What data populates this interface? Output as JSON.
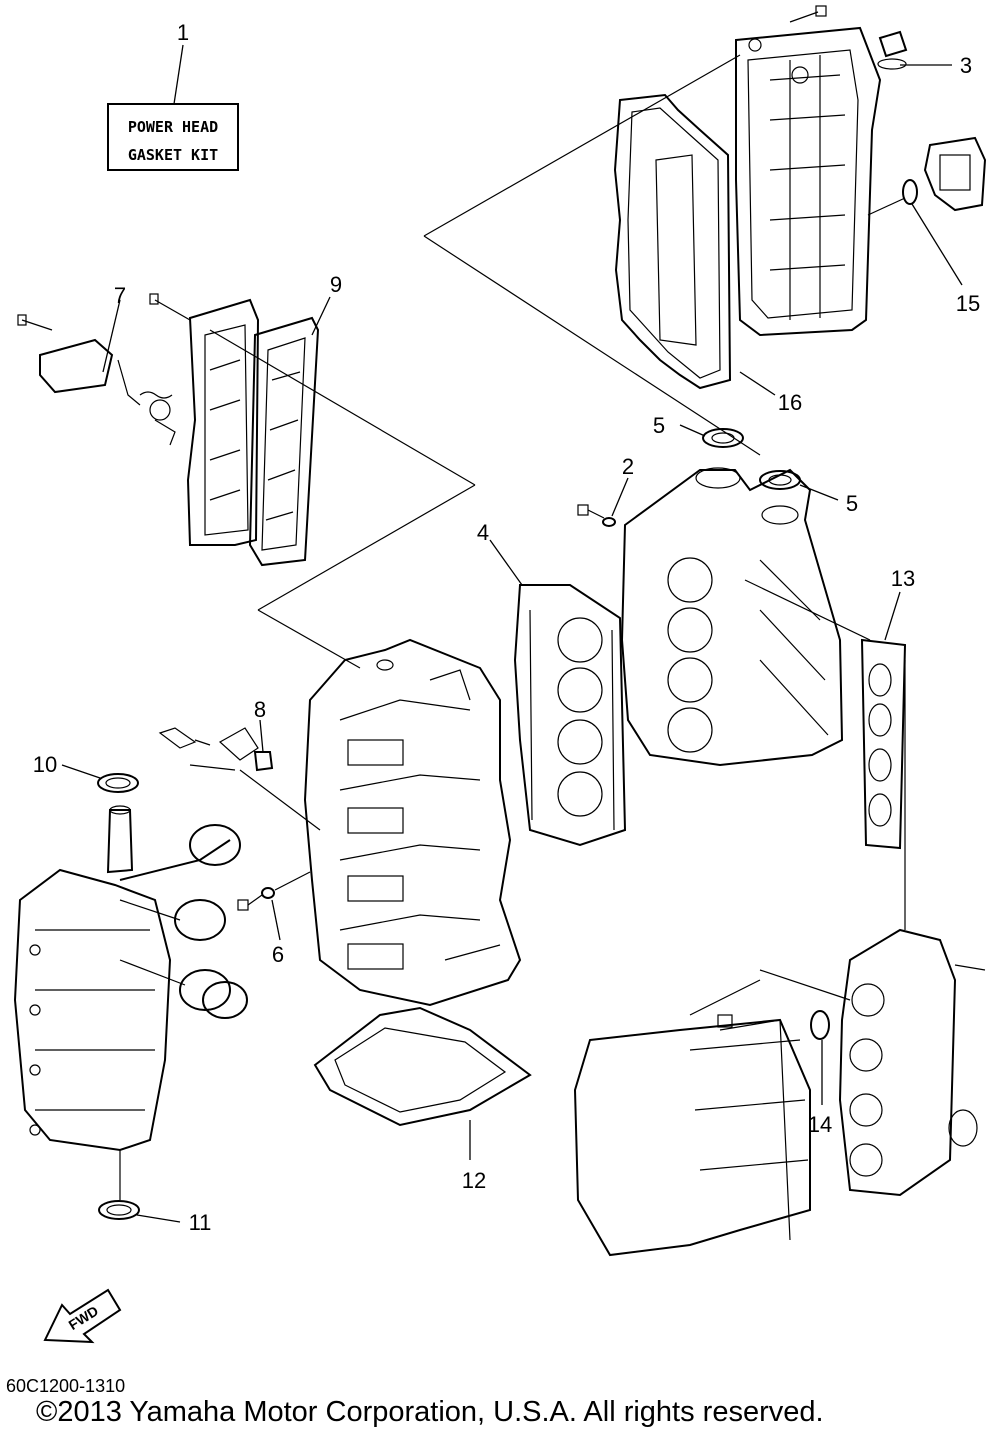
{
  "kit_label": {
    "line1": "POWER HEAD",
    "line2": "GASKET KIT"
  },
  "fwd_label": "FWD",
  "callouts": {
    "c1": "1",
    "c2": "2",
    "c3": "3",
    "c4": "4",
    "c5a": "5",
    "c5b": "5",
    "c6": "6",
    "c7": "7",
    "c8": "8",
    "c9": "9",
    "c10": "10",
    "c11": "11",
    "c12": "12",
    "c13": "13",
    "c14": "14",
    "c15": "15",
    "c16": "16"
  },
  "diagram_code": "60C1200-1310",
  "copyright": "©2013 Yamaha Motor Corporation, U.S.A. All rights reserved."
}
